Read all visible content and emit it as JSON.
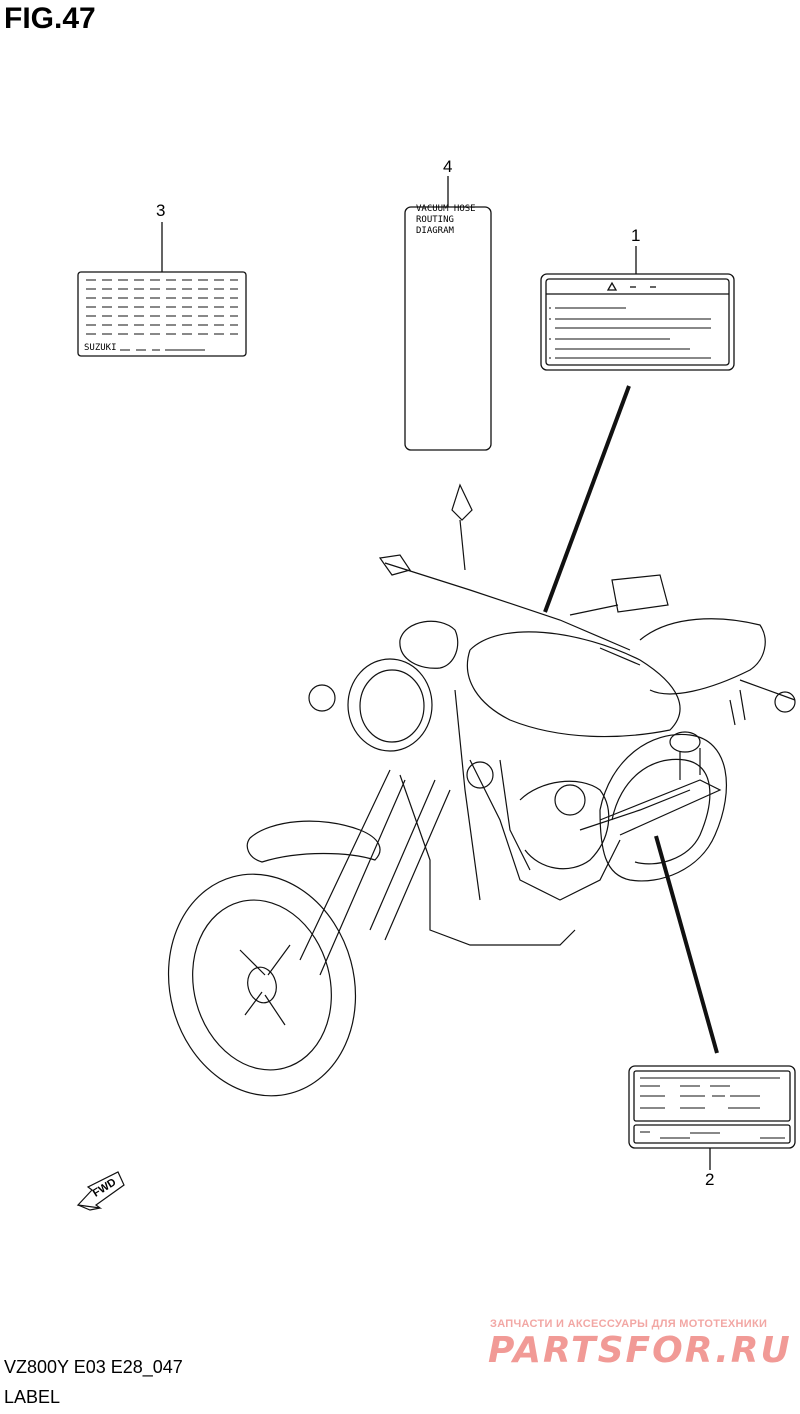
{
  "figure": {
    "title": "FIG.47",
    "code": "VZ800Y E03 E28_047",
    "caption": "LABEL"
  },
  "callouts": [
    {
      "id": "1",
      "label": "1"
    },
    {
      "id": "2",
      "label": "2"
    },
    {
      "id": "3",
      "label": "3"
    },
    {
      "id": "4",
      "label": "4"
    }
  ],
  "labels": {
    "vacuum_hose_text": "VACUUM HOSE\nROUTING\nDIAGRAM",
    "suzuki_text": "SUZUKI",
    "fwd_text": "FWD"
  },
  "watermark": {
    "tagline": "ЗАПЧАСТИ И АКСЕССУАРЫ ДЛЯ МОТОТЕХНИКИ",
    "brand": "PARTSFOR.RU",
    "color": "#f19a96"
  }
}
